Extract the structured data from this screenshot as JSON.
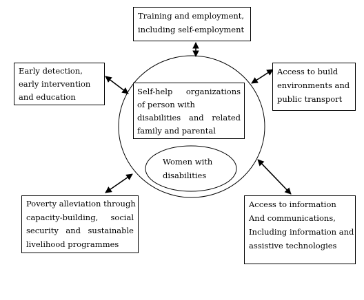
{
  "center_circle": {
    "label_lines": [
      "Self-help    organizations",
      "of    person with",
      "disabilities    and    related",
      "family and parental"
    ]
  },
  "inner_ellipse": {
    "label_lines": [
      "Women with",
      "disabilities"
    ]
  },
  "boxes": {
    "training": [
      "Training and employment,",
      "including self-employment"
    ],
    "early_detection": [
      "Early detection,",
      "early intervention",
      "and education"
    ],
    "access_build": [
      "Access to build",
      "environments and",
      "public transport"
    ],
    "poverty": [
      "Poverty  alleviation  through",
      "capacity-building,        social",
      "security    and    sustainable",
      "livelihood programmes"
    ],
    "access_info": [
      "Access to information",
      "And communications,",
      "Including information and",
      "assistive technologies"
    ]
  },
  "colors": {
    "stroke": "#000000",
    "background": "#ffffff"
  }
}
